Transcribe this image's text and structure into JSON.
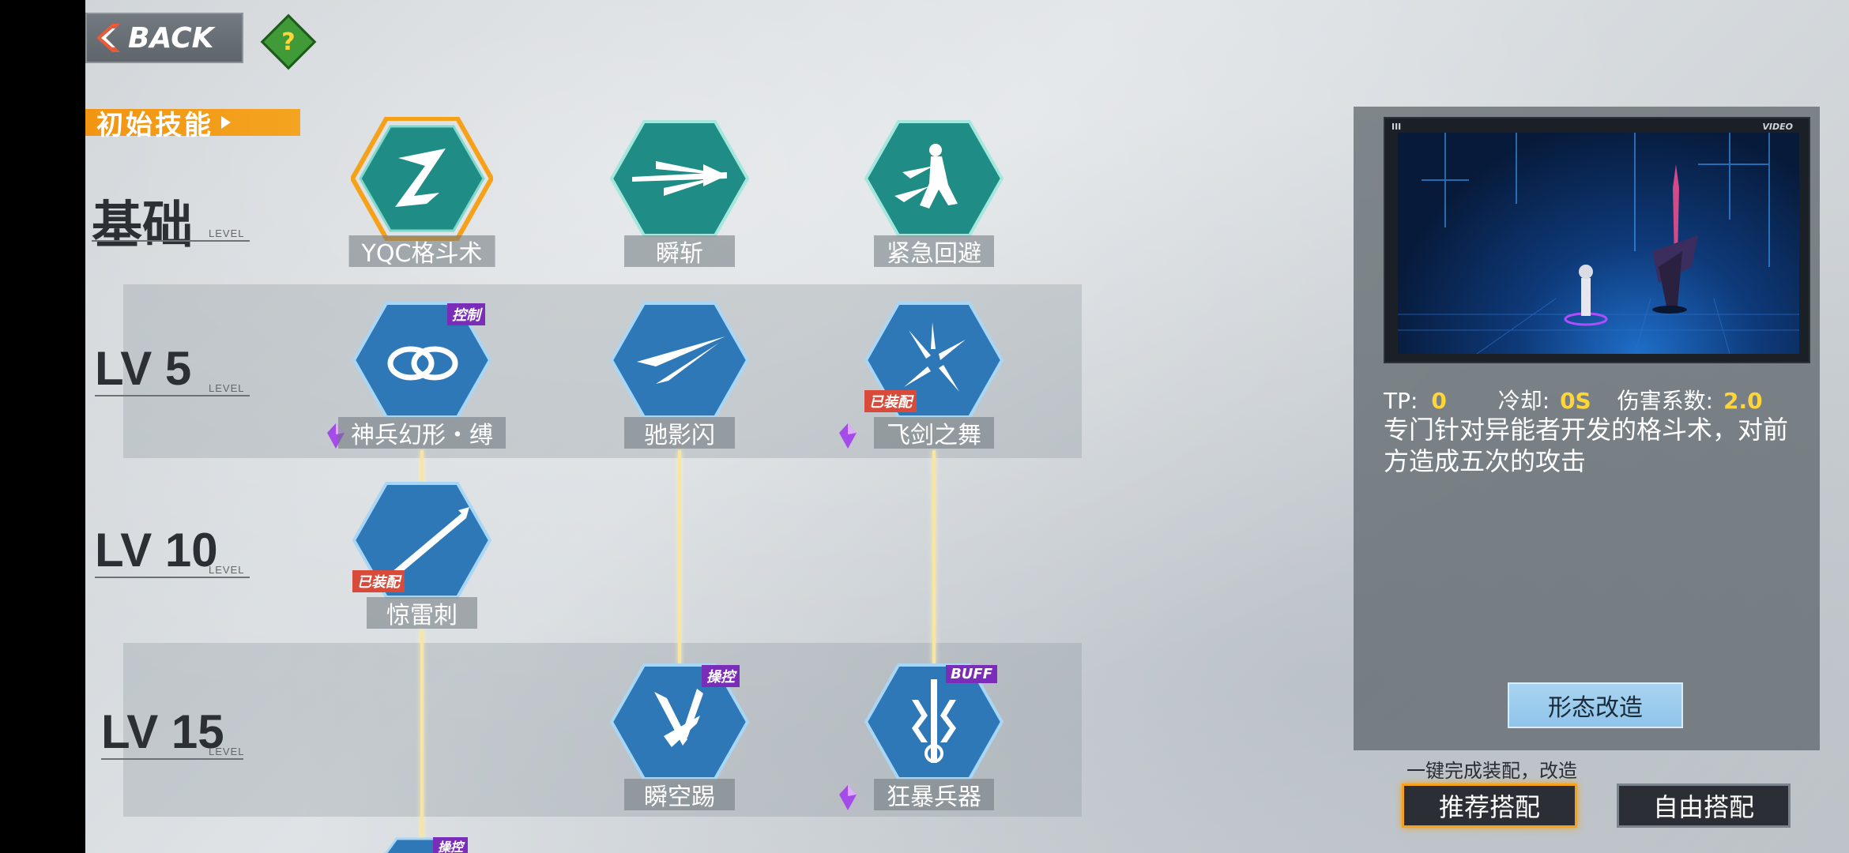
{
  "header": {
    "back_label": "BACK",
    "help_label": "?",
    "initial_skills_label": "初始技能"
  },
  "rows": [
    {
      "main": "基础",
      "sub": "LEVEL"
    },
    {
      "main": "LV 5",
      "sub": "LEVEL"
    },
    {
      "main": "LV 10",
      "sub": "LEVEL"
    },
    {
      "main": "LV 15",
      "sub": "LEVEL"
    }
  ],
  "skills": {
    "yqc": {
      "name": "YQC格斗术"
    },
    "shunzhan": {
      "name": "瞬斩"
    },
    "jinji": {
      "name": "紧急回避"
    },
    "shenbing": {
      "name": "神兵幻形・缚",
      "badge": "控制"
    },
    "chiying": {
      "name": "驰影闪"
    },
    "feijian": {
      "name": "飞剑之舞",
      "badge": "已装配"
    },
    "jingleici": {
      "name": "惊雷刺",
      "badge": "已装配"
    },
    "shunkong": {
      "name": "瞬空踢",
      "badge": "操控"
    },
    "kuangbao": {
      "name": "狂暴兵器",
      "badge": "BUFF"
    },
    "partial": {
      "badge": "操控"
    }
  },
  "panel": {
    "video_label": "VIDEO",
    "video_corner": "III",
    "tp_label": "TP:",
    "tp_value": "0",
    "cd_label": "冷却:",
    "cd_value": "0S",
    "dmg_label": "伤害系数:",
    "dmg_value": "2.0",
    "description": "专门针对异能者开发的格斗术，对前方造成五次的攻击",
    "transform_button": "形态改造"
  },
  "footer": {
    "hint": "一键完成装配，改造",
    "recommended_button": "推荐搭配",
    "free_button": "自由搭配"
  },
  "colors": {
    "selected_border": "#f5a21a",
    "base_hex": "#1f8c86",
    "skill_hex": "#2f78b8",
    "badge_purple": "#7a2db8",
    "badge_red": "#d84b3a",
    "connector": "#f7e6a2"
  }
}
